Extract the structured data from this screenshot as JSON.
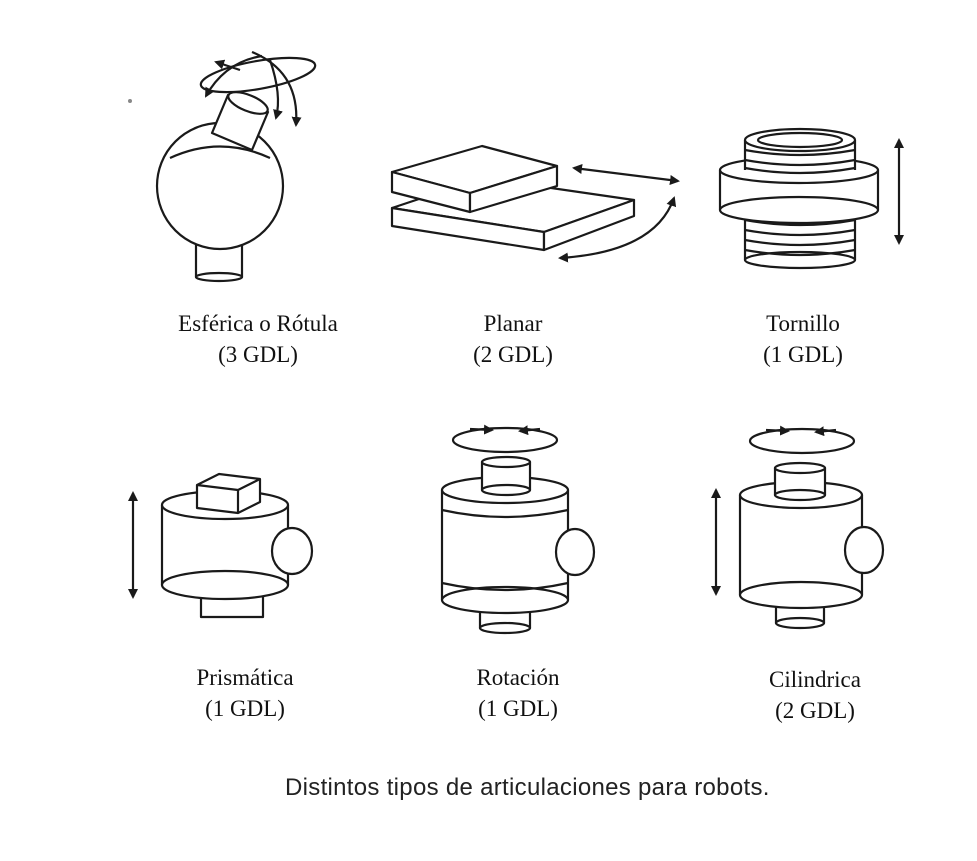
{
  "joints": [
    {
      "id": "esferica",
      "name": "Esférica o Rótula",
      "dof": "(3 GDL)"
    },
    {
      "id": "planar",
      "name": "Planar",
      "dof": "(2 GDL)"
    },
    {
      "id": "tornillo",
      "name": "Tornillo",
      "dof": "(1 GDL)"
    },
    {
      "id": "prismatica",
      "name": "Prismática",
      "dof": "(1 GDL)"
    },
    {
      "id": "rotacion",
      "name": "Rotación",
      "dof": "(1 GDL)"
    },
    {
      "id": "cilindrica",
      "name": "Cilindrica",
      "dof": "(2 GDL)"
    }
  ],
  "caption": "Distintos tipos de articulaciones para robots.",
  "colors": {
    "stroke": "#1a1a1a",
    "fill": "#ffffff",
    "text": "#111111"
  }
}
